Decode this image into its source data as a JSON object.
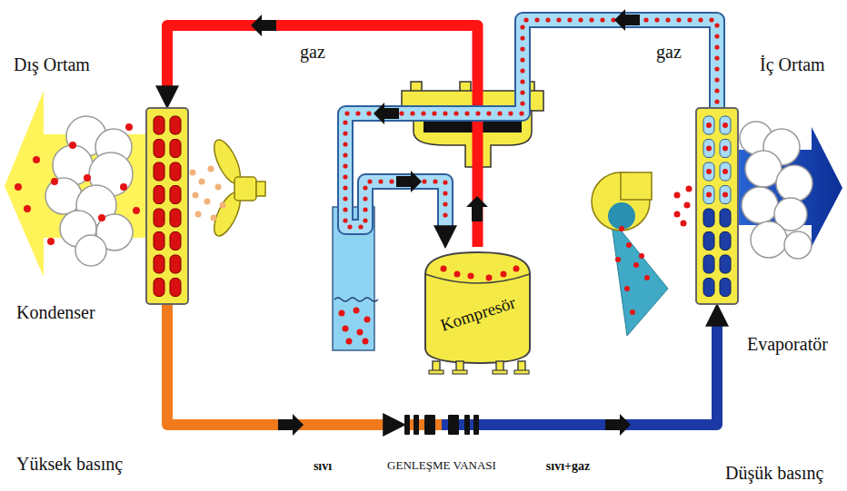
{
  "diagram": {
    "nodes": [
      {
        "text": [
          "Kondenser"
        ]
      },
      {
        "text": [
          "Kompresör"
        ]
      },
      {
        "text": [
          "GENLEŞME VANASI"
        ]
      },
      {
        "text": [
          "Evaporatör"
        ]
      }
    ],
    "edges": [
      {
        "from": 1,
        "to": 0,
        "arrow": "to"
      },
      {
        "from": 0,
        "to": 2,
        "arrow": "to",
        "label": "sıvı"
      },
      {
        "from": 2,
        "to": 3,
        "arrow": "to",
        "label": "sıvı+gaz"
      },
      {
        "from": 3,
        "to": 1,
        "arrow": "to"
      }
    ],
    "labels": [
      "Dış Ortam",
      "İç Ortam",
      "Yüksek basınç",
      "Düşük basınç",
      "gaz",
      "gaz"
    ]
  }
}
